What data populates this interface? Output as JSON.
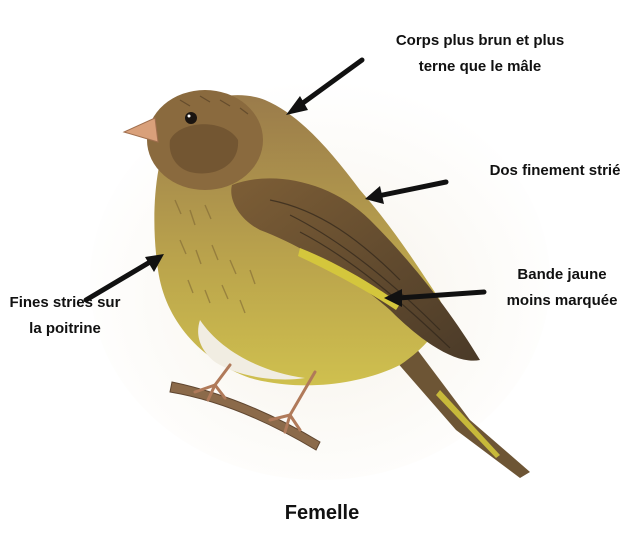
{
  "labels": {
    "body_line1": "Corps plus brun et plus",
    "body_line2": "terne que le mâle",
    "back": "Dos finement strié",
    "band_line1": "Bande jaune",
    "band_line2": "moins marquée",
    "breast_line1": "Fines stries sur",
    "breast_line2": "la poitrine"
  },
  "caption": "Femelle",
  "colors": {
    "arrow": "#111111",
    "plumage_brown": "#8a6a3e",
    "plumage_yellow": "#c6b63a",
    "belly": "#f1ede2",
    "beak": "#d9a07a",
    "branch": "#8b6a4a"
  }
}
